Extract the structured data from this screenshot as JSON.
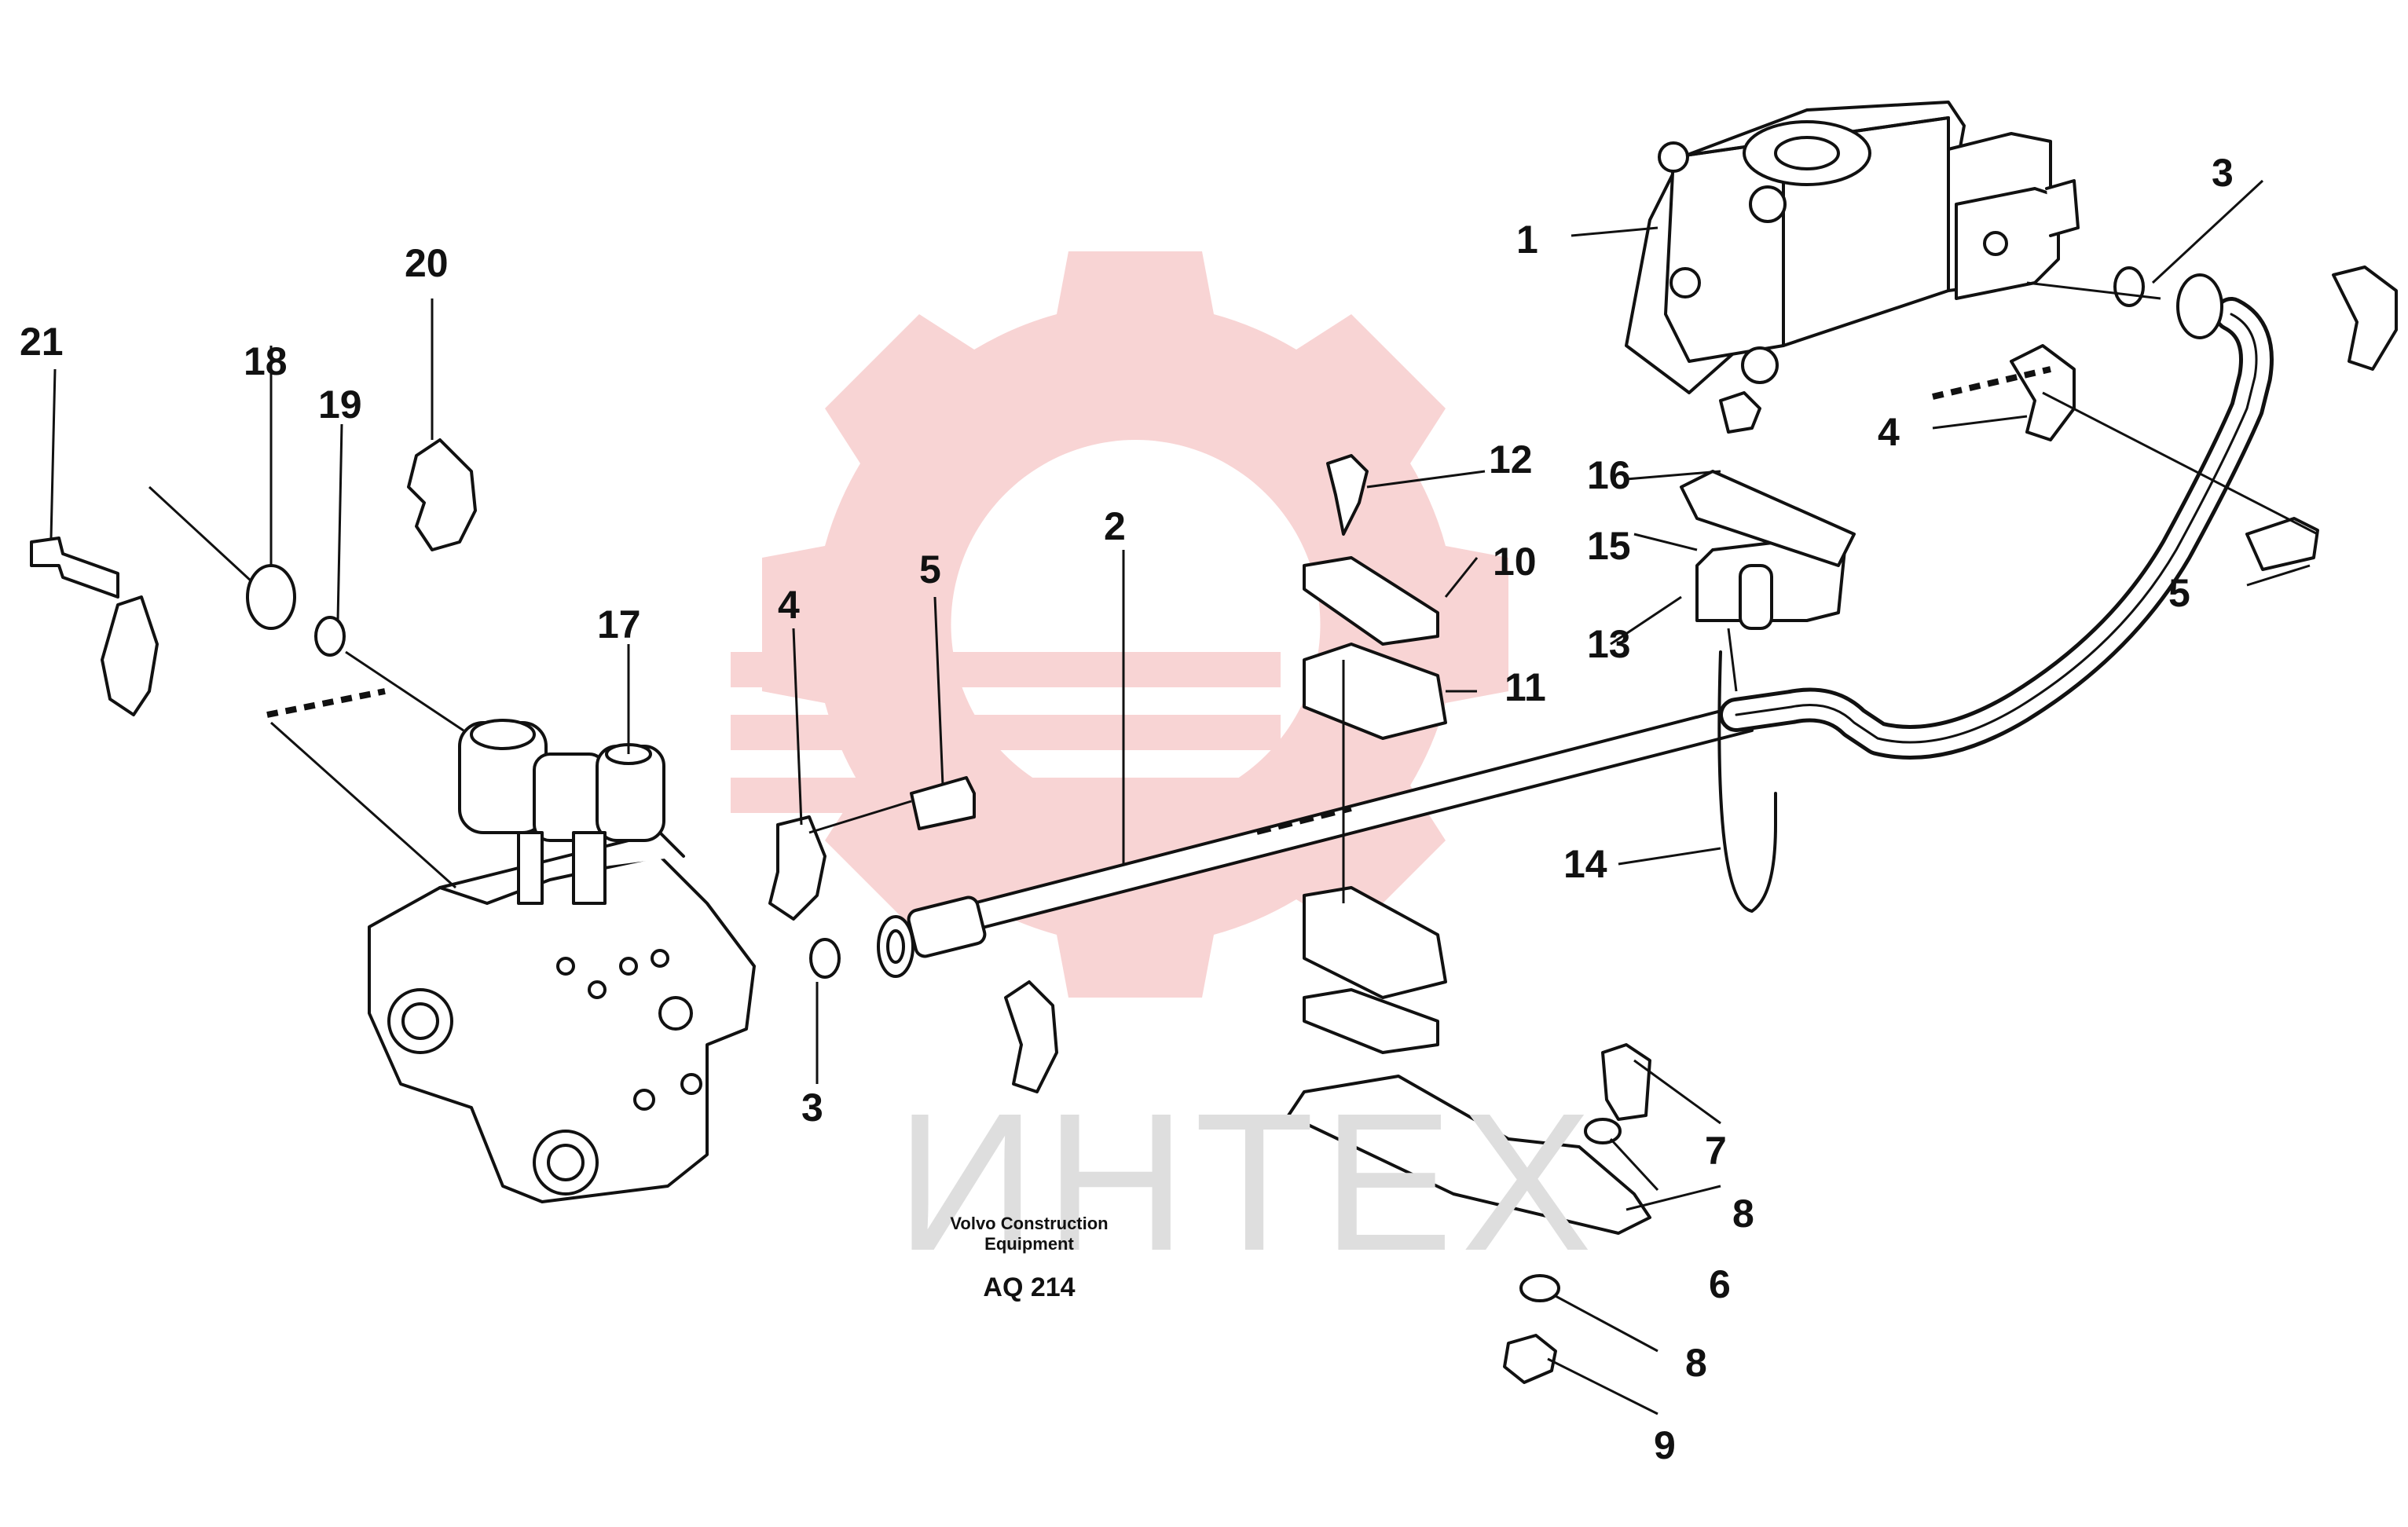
{
  "watermark": {
    "text": "ИНТЕХ",
    "gear_color": "#f6c6c6",
    "text_color": "#dedede"
  },
  "caption": {
    "line1": "Volvo Construction",
    "line2": "Equipment",
    "code": "AQ 214"
  },
  "callouts": {
    "n1": "1",
    "n2": "2",
    "n3_top": "3",
    "n3_left": "3",
    "n4_left": "4",
    "n4_right": "4",
    "n5_left": "5",
    "n5_right": "5",
    "n6": "6",
    "n7": "7",
    "n8_a": "8",
    "n8_b": "8",
    "n9": "9",
    "n10": "10",
    "n11": "11",
    "n12": "12",
    "n13": "13",
    "n14": "14",
    "n15": "15",
    "n16": "16",
    "n17": "17",
    "n18": "18",
    "n19": "19",
    "n20": "20",
    "n21": "21"
  },
  "colors": {
    "line": "#111111",
    "fill": "#ffffff"
  }
}
